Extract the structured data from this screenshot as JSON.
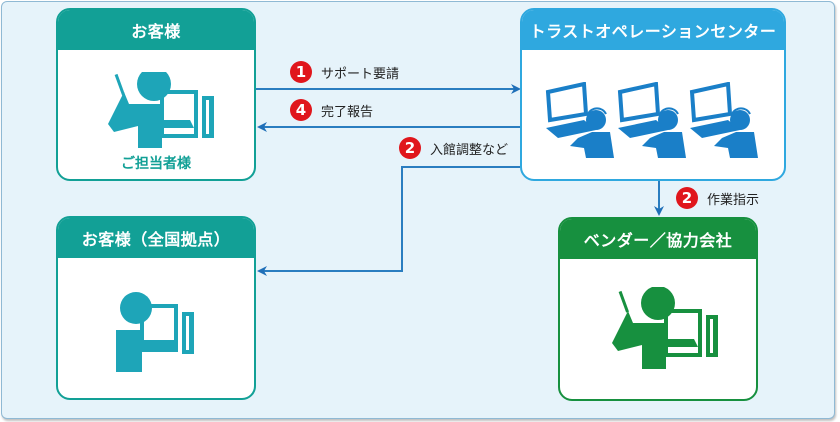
{
  "colors": {
    "customer": "#12a096",
    "center": "#2fa8df",
    "vendor": "#17903f",
    "badge": "#e0161c",
    "arrow": "#1f6fb8",
    "background": "#e6f3fa"
  },
  "nodes": {
    "customer": {
      "title": "お客様",
      "sub_label": "ご担当者様",
      "icon": "person-phone-computer-icon"
    },
    "center": {
      "title": "トラストオペレーションセンター",
      "icon": "operators-headset-icon"
    },
    "branch": {
      "title": "お客様（全国拠点）",
      "icon": "person-computer-icon"
    },
    "vendor": {
      "title": "ベンダー／協力会社",
      "icon": "person-phone-computer-icon"
    }
  },
  "flows": [
    {
      "step": "1",
      "label": "サポート要請",
      "from": "customer",
      "to": "center"
    },
    {
      "step": "4",
      "label": "完了報告",
      "from": "center",
      "to": "customer"
    },
    {
      "step": "2",
      "label": "入館調整など",
      "from": "center",
      "to": "branch"
    },
    {
      "step": "2",
      "label": "作業指示",
      "from": "center",
      "to": "vendor"
    }
  ]
}
